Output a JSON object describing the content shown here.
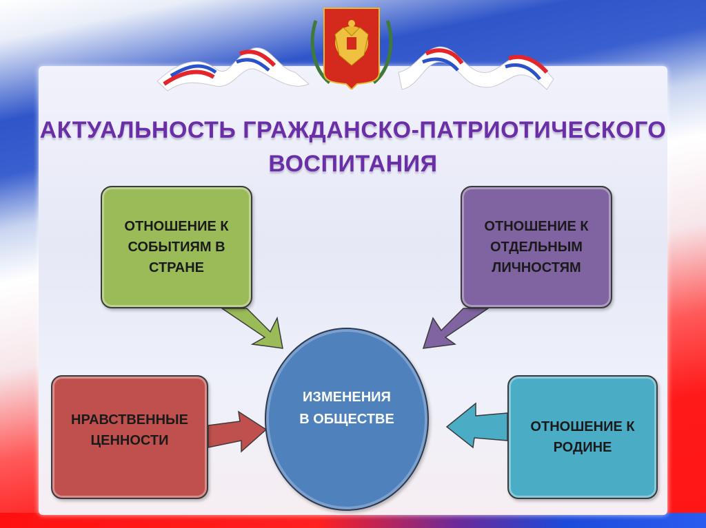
{
  "header": {
    "emblem": "russian-coat-of-arms",
    "ribbon": "tricolor-ribbon"
  },
  "title": {
    "line1": "АКТУАЛЬНОСТЬ ГРАЖДАНСКО-ПАТРИОТИЧЕСКОГО",
    "line2": "ВОСПИТАНИЯ"
  },
  "center": {
    "lines": [
      "ИЗМЕНЕНИЯ",
      "В ОБЩЕСТВЕ"
    ],
    "color": "#4f81bd"
  },
  "nodes": [
    {
      "id": "events",
      "lines": [
        "ОТНОШЕНИЕ К",
        "СОБЫТИЯМ В",
        "СТРАНЕ"
      ],
      "color": "#9bbb59",
      "position": "top-left"
    },
    {
      "id": "persons",
      "lines": [
        "ОТНОШЕНИЕ К",
        "ОТДЕЛЬНЫМ",
        "ЛИЧНОСТЯМ"
      ],
      "color": "#8064a2",
      "position": "top-right"
    },
    {
      "id": "values",
      "lines": [
        "НРАВСТВЕННЫЕ",
        "ЦЕННОСТИ"
      ],
      "color": "#c0504d",
      "position": "bottom-left"
    },
    {
      "id": "homeland",
      "lines": [
        "ОТНОШЕНИЕ К",
        "РОДИНЕ"
      ],
      "color": "#4bacc6",
      "position": "bottom-right"
    }
  ],
  "colors": {
    "title": "#6a2fa6",
    "flag_white": "#ffffff",
    "flag_blue": "#2f55c9",
    "flag_red": "#ff1a1a"
  }
}
